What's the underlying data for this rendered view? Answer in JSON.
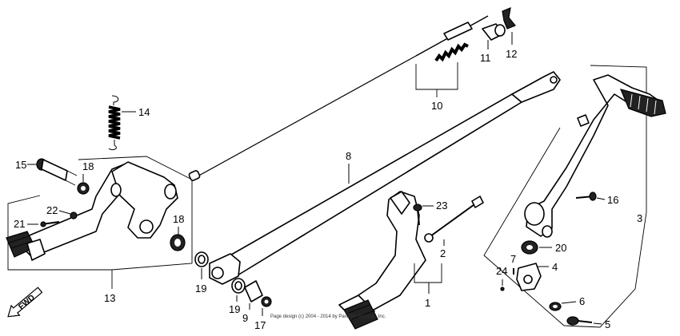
{
  "labels": {
    "l1": "1",
    "l2": "2",
    "l3": "3",
    "l4": "4",
    "l5": "5",
    "l6": "6",
    "l7": "7",
    "l8": "8",
    "l9": "9",
    "l10": "10",
    "l11": "11",
    "l12": "12",
    "l13": "13",
    "l14": "14",
    "l15": "15",
    "l16": "16",
    "l17": "17",
    "l18a": "18",
    "l18b": "18",
    "l19a": "19",
    "l19b": "19",
    "l20": "20",
    "l21": "21",
    "l22": "22",
    "l23": "23",
    "l24": "24"
  },
  "fwd": "FWD",
  "copyright": "Page design (c) 2004 - 2014 by Partzilla Services, Inc."
}
